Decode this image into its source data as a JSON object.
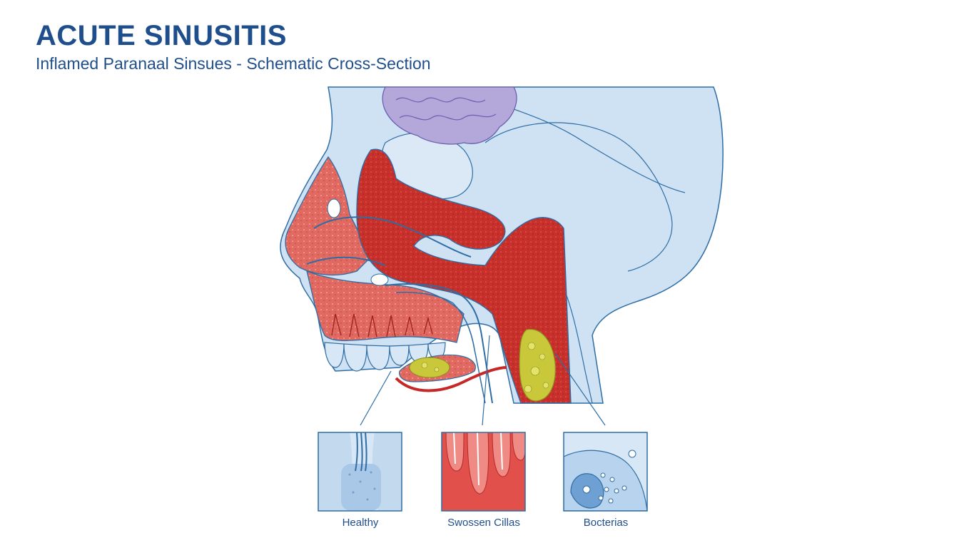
{
  "header": {
    "title": "ACUTE SINUSITIS",
    "subtitle": "Inflamed Paranaal Sinsues - Schematic Cross-Section"
  },
  "insets": [
    {
      "label": "Healthy",
      "icon": "healthy-cilia-icon"
    },
    {
      "label": "Swossen Cillas",
      "icon": "swollen-cilia-icon"
    },
    {
      "label": "Bocterias",
      "icon": "bacteria-icon"
    }
  ],
  "colors": {
    "skull": "#cfe2f3",
    "outline": "#2e6da4",
    "tissue": "#e57373",
    "inflamed": "#c62828",
    "pus": "#c8c83a",
    "brain": "#b3a8d9",
    "text": "#1f4e8c"
  }
}
